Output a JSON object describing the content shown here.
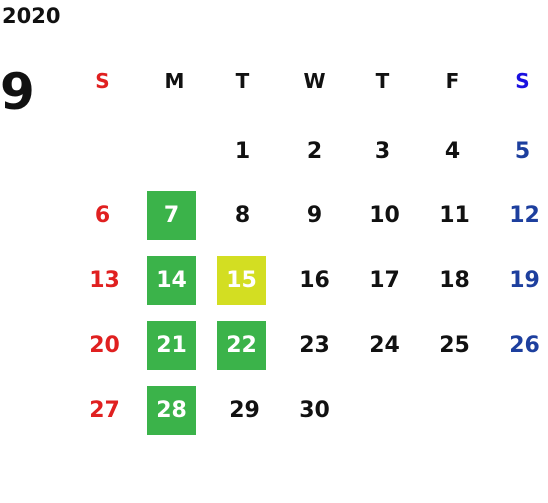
{
  "calendar": {
    "year": "2020",
    "month": "9",
    "weekday_headers": [
      "S",
      "M",
      "T",
      "W",
      "T",
      "F",
      "S"
    ],
    "weeks": [
      [
        "",
        "",
        "1",
        "2",
        "3",
        "4",
        "5"
      ],
      [
        "6",
        "7",
        "8",
        "9",
        "10",
        "11",
        "12"
      ],
      [
        "13",
        "14",
        "15",
        "16",
        "17",
        "18",
        "19"
      ],
      [
        "20",
        "21",
        "22",
        "23",
        "24",
        "25",
        "26"
      ],
      [
        "27",
        "28",
        "29",
        "30",
        "",
        "",
        ""
      ]
    ],
    "highlighted_days_green": [
      "7",
      "14",
      "21",
      "22",
      "28"
    ],
    "highlighted_days_yellow": [
      "15"
    ],
    "colors": {
      "sunday": "#e02020",
      "saturday": "#1d3f9e",
      "saturday_header": "#1a10e0",
      "weekday": "#111111",
      "highlight_green": "#3bb34a",
      "highlight_yellow": "#d3de22"
    }
  }
}
